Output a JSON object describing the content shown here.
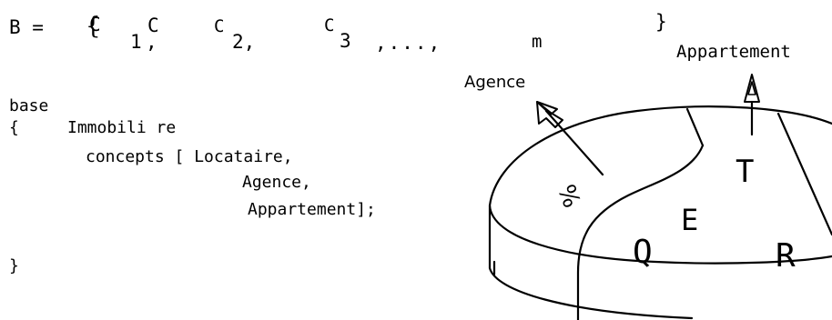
{
  "formula": {
    "b_eq": "B =",
    "open_brace": "{",
    "c1_c": "C",
    "c1_sub": "1",
    "c1_comma": ",",
    "c2_c": "C",
    "c2_sub": "2,",
    "c3_c": "C",
    "c3_sub": "3",
    "dots": ",...,",
    "cm_sub": "m",
    "close_brace": "}",
    "overlap_c": "C"
  },
  "code": {
    "line1": "base",
    "line2_brace": "{",
    "line2_name": "Immobili re",
    "line3": "concepts [ Locataire,",
    "line4": "Agence,",
    "line5": "Appartement];",
    "line6": "}"
  },
  "diagram": {
    "label_agence": "Agence",
    "label_appartement": "Appartement",
    "symbol_percent": "%",
    "letter_t": "T",
    "letter_e": "E",
    "letter_q": "Q",
    "letter_r": "R"
  }
}
